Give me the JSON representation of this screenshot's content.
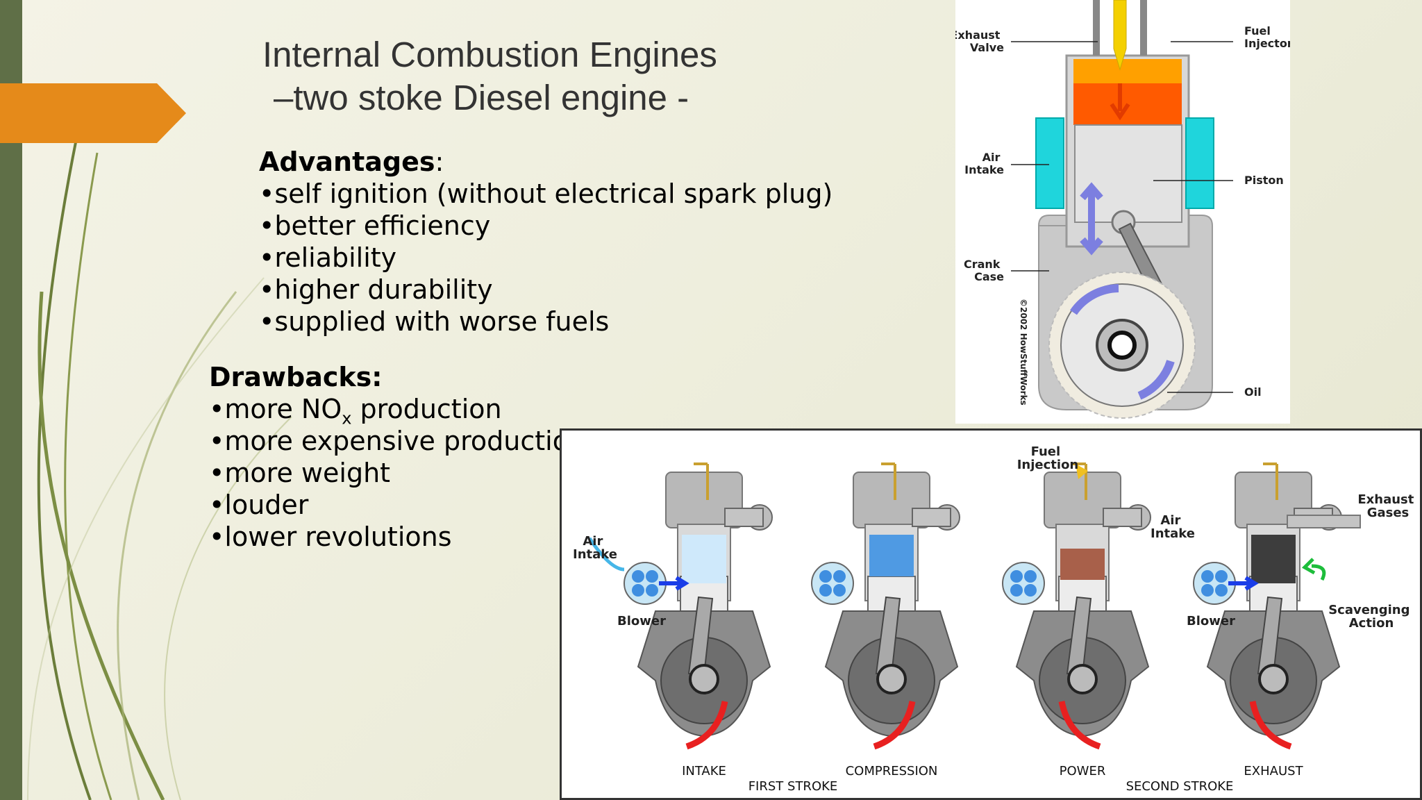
{
  "title": {
    "line1": "Internal Combustion Engines",
    "line2": "–two stoke Diesel engine -"
  },
  "advantages": {
    "heading": "Advantages",
    "colon": ":",
    "items": [
      "•self ignition (without electrical spark plug)",
      "•better efficiency",
      "•reliability",
      "•higher durability",
      "•supplied with worse fuels"
    ]
  },
  "drawbacks": {
    "heading": "Drawbacks:",
    "item0_pre": "•more NO",
    "item0_sub": "x",
    "item0_post": " production",
    "items": [
      "•more expensive production",
      "•more weight",
      "•louder",
      "•lower revolutions"
    ]
  },
  "engine_figure": {
    "exhaust_1": "Exhaust",
    "exhaust_2": "Valve",
    "fuel_1": "Fuel",
    "fuel_2": "Injector",
    "air_1": "Air",
    "air_2": "Intake",
    "piston": "Piston",
    "crank_1": "Crank",
    "crank_2": "Case",
    "oil": "Oil",
    "copyright": "©2002 HowStuffWorks"
  },
  "cycle_figure": {
    "air_intake_1": "Air",
    "air_intake_2": "Intake",
    "blower": "Blower",
    "fuel_injection_1": "Fuel",
    "fuel_injection_2": "Injection",
    "air_intake_b1": "Air",
    "air_intake_b2": "Intake",
    "blower_b": "Blower",
    "exhaust_gases_1": "Exhaust",
    "exhaust_gases_2": "Gases",
    "scavenging_1": "Scavenging",
    "scavenging_2": "Action",
    "stages": [
      "INTAKE",
      "COMPRESSION",
      "POWER",
      "EXHAUST"
    ],
    "first_stroke": "FIRST STROKE",
    "second_stroke": "SECOND STROKE"
  },
  "colors": {
    "accent_bar": "#5f6f47",
    "pointer": "#e58a1a",
    "coolant": "#1fd5dc",
    "combustion": "#ff5a00"
  }
}
